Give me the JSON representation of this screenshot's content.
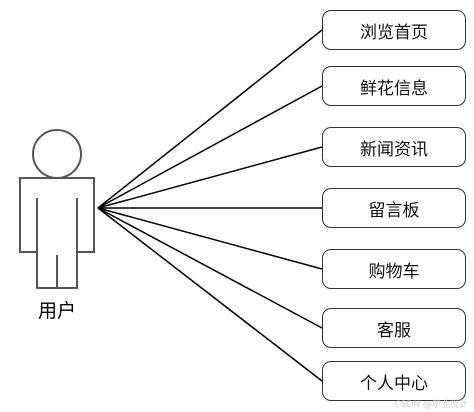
{
  "actor": {
    "label": "用户"
  },
  "functions": [
    {
      "label": "浏览首页"
    },
    {
      "label": "鲜花信息"
    },
    {
      "label": "新闻资讯"
    },
    {
      "label": "留言板"
    },
    {
      "label": "购物车"
    },
    {
      "label": "客服"
    },
    {
      "label": "个人中心"
    }
  ],
  "watermark": "CSDN @毕业设计"
}
